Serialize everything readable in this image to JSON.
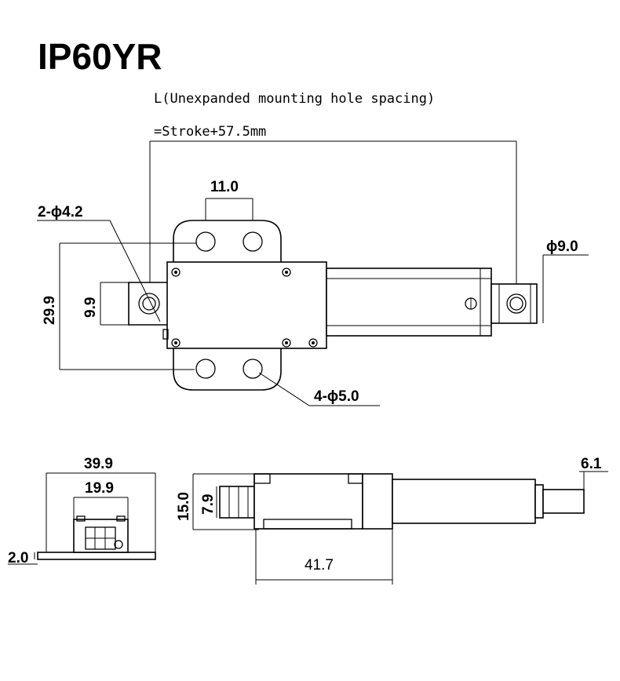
{
  "title": "IP60YR",
  "note": {
    "line1": "L(Unexpanded mounting hole spacing)",
    "line2": "=Stroke+57.5mm"
  },
  "dimensions": {
    "hole_spacing_top": "11.0",
    "rear_hole": "2-ϕ4.2",
    "front_hole": "ϕ9.0",
    "bracket_height": "29.9",
    "rear_tab_height": "9.9",
    "bracket_holes": "4-ϕ5.0",
    "end_width": "39.9",
    "end_inner_width": "19.9",
    "base_thickness": "2.0",
    "side_height": "15.0",
    "side_rear_tab": "7.9",
    "side_body_length": "41.7",
    "rod_diameter": "6.1"
  }
}
